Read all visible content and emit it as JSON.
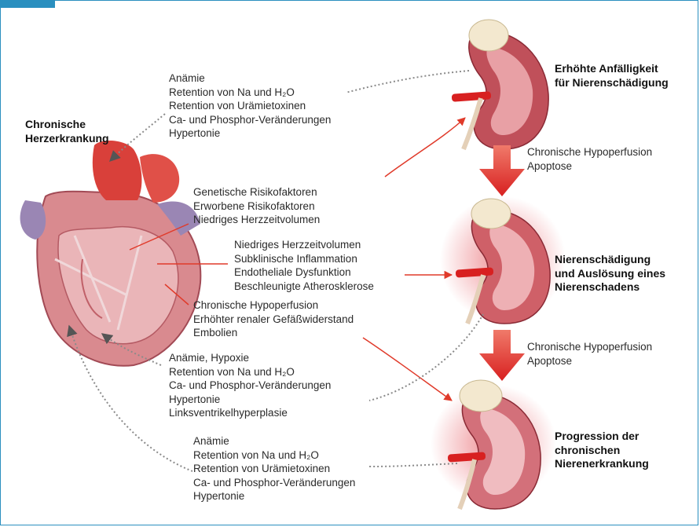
{
  "heart_label": [
    "Chronische",
    "Herzerkrankung"
  ],
  "kidney_labels": {
    "top": [
      "Erhöhte Anfälligkeit",
      "für Nierenschädigung"
    ],
    "middle": [
      "Nierenschädigung",
      "und Auslösung eines",
      "Nierenschadens"
    ],
    "bottom": [
      "Progression der",
      "chronischen",
      "Nierenerkrankung"
    ]
  },
  "transitions": {
    "first": [
      "Chronische Hypoperfusion",
      "Apoptose"
    ],
    "second": [
      "Chronische Hypoperfusion",
      "Apoptose"
    ]
  },
  "factor_groups": {
    "top_feedback": [
      "Anämie",
      "Retention von Na und H₂O",
      "Retention von Urämietoxinen",
      "Ca- und Phosphor-Veränderungen",
      "Hypertonie"
    ],
    "risk_factors": [
      "Genetische Risikofaktoren",
      "Erworbene Risikofaktoren",
      "Niedriges Herzzeitvolumen"
    ],
    "middle_mechanisms": [
      "Niedriges Herzzeitvolumen",
      "Subklinische Inflammation",
      "Endotheliale Dysfunktion",
      "Beschleunigte Atherosklerose"
    ],
    "hemodynamics": [
      "Chronische Hypoperfusion",
      "Erhöhter renaler Gefäßwiderstand",
      "Embolien"
    ],
    "middle_feedback": [
      "Anämie, Hypoxie",
      "Retention von Na und H₂O",
      "Ca- und Phosphor-Veränderungen",
      "Hypertonie",
      "Linksventrikelhyperplasie"
    ],
    "bottom_feedback": [
      "Anämie",
      "Retention von Na und H₂O",
      "Retention von Urämietoxinen",
      "Ca- und Phosphor-Veränderungen",
      "Hypertonie"
    ]
  },
  "colors": {
    "frame": "#2a8fbf",
    "arrow_red": "#e03a2a",
    "arrow_dotted": "#8a8a8a",
    "kidney": "#c0505a",
    "heart": "#c9727a"
  }
}
